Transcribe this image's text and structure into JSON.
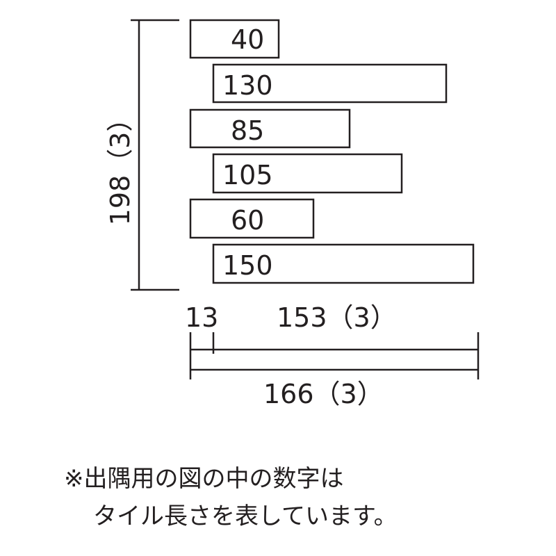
{
  "tiles": [
    {
      "label": "40"
    },
    {
      "label": "130"
    },
    {
      "label": "85"
    },
    {
      "label": "105"
    },
    {
      "label": "60"
    },
    {
      "label": "150"
    }
  ],
  "dimensions": {
    "height_label": "198（3）",
    "offset_label": "13",
    "inner_width_label": "153（3）",
    "total_width_label": "166（3）"
  },
  "note": {
    "line1": "※出隅用の図の中の数字は",
    "line2": "タイル長さを表しています。"
  },
  "colors": {
    "stroke": "#231f20",
    "background": "#ffffff"
  }
}
